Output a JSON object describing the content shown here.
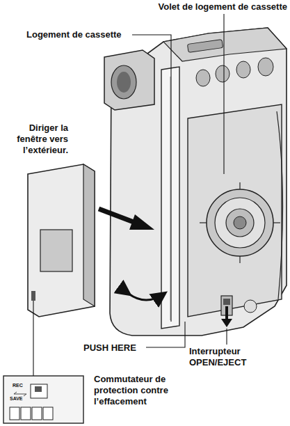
{
  "diagram": {
    "labels": [
      "Volet de logement de cassette",
      "Logement de cassette",
      "Diriger la fenêtre vers l’extérieur.",
      "PUSH HERE",
      "Interrupteur OPEN/EJECT",
      "Commutateur de protection contre l’effacement",
      "REC",
      "SAVE"
    ]
  }
}
